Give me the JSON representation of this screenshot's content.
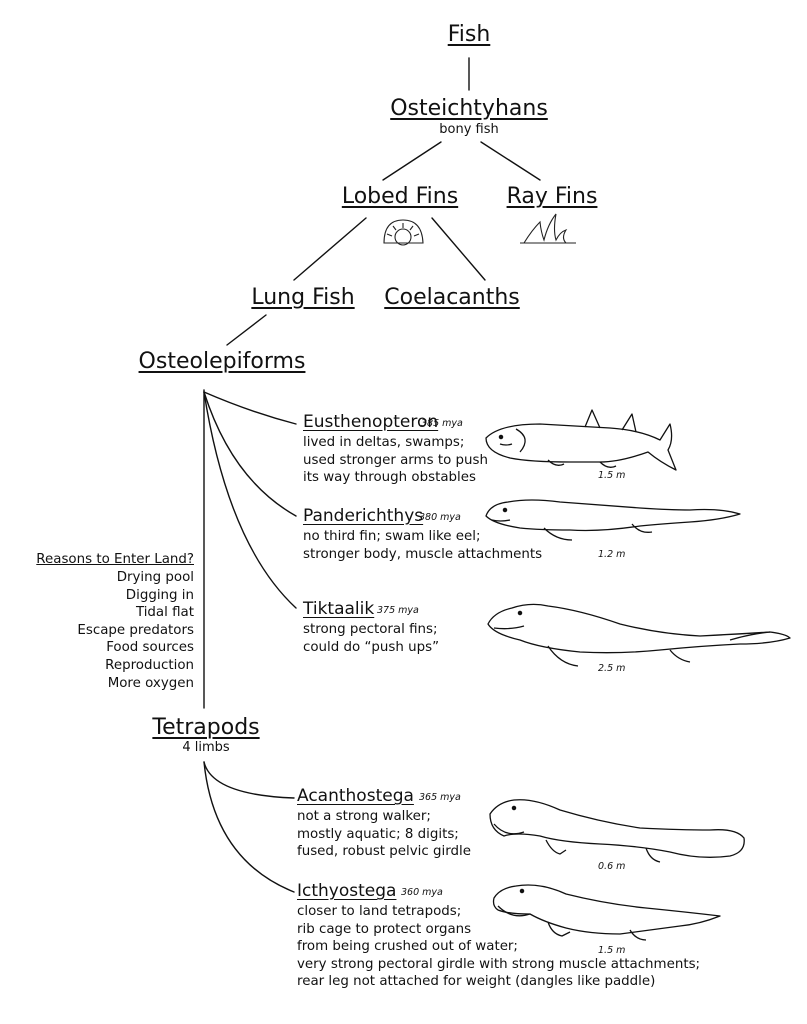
{
  "tree": {
    "fish": {
      "title": "Fish"
    },
    "osteichthyans": {
      "title": "Osteichtyhans",
      "subtitle": "bony fish"
    },
    "lobed_fins": {
      "title": "Lobed Fins",
      "icon": "lobed-fin-icon"
    },
    "ray_fins": {
      "title": "Ray Fins",
      "icon": "ray-fin-icon"
    },
    "lung_fish": {
      "title": "Lung Fish"
    },
    "coelacanths": {
      "title": "Coelacanths"
    },
    "osteolepiforms": {
      "title": "Osteolepiforms"
    },
    "tetrapods": {
      "title": "Tetrapods",
      "subtitle": "4 limbs"
    }
  },
  "reasons": {
    "title": "Reasons to Enter Land?",
    "items": [
      "Drying pool",
      "Digging in",
      "Tidal flat",
      "Escape predators",
      "Food sources",
      "Reproduction",
      "More oxygen"
    ]
  },
  "species": [
    {
      "name": "Eusthenopteron",
      "date": "385 mya",
      "size": "1.5 m",
      "lines": [
        "lived in deltas, swamps;",
        "used stronger arms to push",
        "its way through obstables"
      ]
    },
    {
      "name": "Panderichthys",
      "date": "380 mya",
      "size": "1.2 m",
      "lines": [
        "no third fin; swam like eel;",
        "stronger body, muscle attachments"
      ]
    },
    {
      "name": "Tiktaalik",
      "date": "375 mya",
      "size": "2.5 m",
      "lines": [
        "strong pectoral fins;",
        "could do “push ups”"
      ]
    },
    {
      "name": "Acanthostega",
      "date": "365 mya",
      "size": "0.6 m",
      "lines": [
        "not a strong walker;",
        "mostly aquatic; 8 digits;",
        "fused, robust pelvic girdle"
      ]
    },
    {
      "name": "Icthyostega",
      "date": "360 mya",
      "size": "1.5 m",
      "lines": [
        "closer to land tetrapods;",
        "rib cage to protect organs",
        "from being crushed out of water;",
        "very strong pectoral girdle with strong muscle attachments;",
        "rear leg not attached for weight (dangles like paddle)"
      ]
    }
  ]
}
